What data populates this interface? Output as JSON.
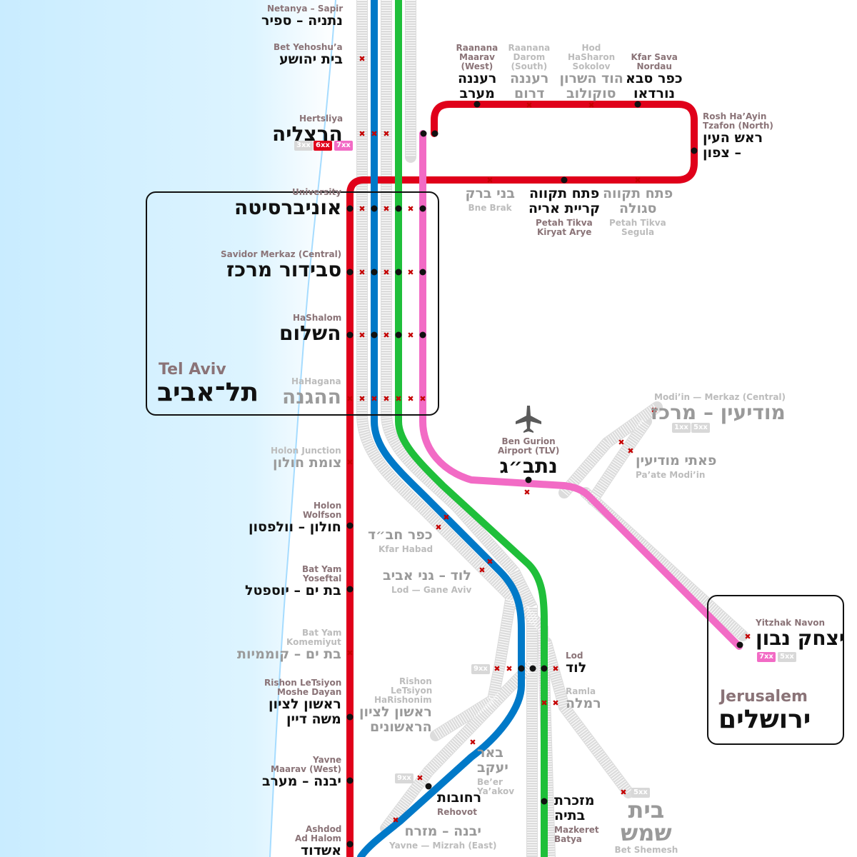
{
  "colors": {
    "red": "#e0001a",
    "blue": "#0079c8",
    "green": "#1fbf3a",
    "pink": "#f26bc5",
    "grey": "#d5d5d5",
    "sea": "#cfeeff"
  },
  "icons": {
    "airport": "airplane-icon",
    "closed": "closed-station-cross-icon",
    "open": "station-dot-icon"
  },
  "cities": {
    "tel_aviv": {
      "en": "Tel Aviv",
      "he": "תל־אביב"
    },
    "jerusalem": {
      "en": "Jerusalem",
      "he": "ירושלים"
    }
  },
  "stations": [
    {
      "id": "netanya_sapir",
      "en": "Netanya – Sapir",
      "he": "נתניה – ספיר"
    },
    {
      "id": "bet_yehoshua",
      "en": "Bet Yehoshu’a",
      "he": "בית יהושע"
    },
    {
      "id": "herzliya",
      "en": "Hertsliya",
      "he": "הרצליה"
    },
    {
      "id": "raanana_west",
      "en": "Raanana Maarav (West)",
      "en_lines": [
        "Raanana",
        "Maarav",
        "(West)"
      ],
      "he_lines": [
        "רעננה",
        "מערב"
      ]
    },
    {
      "id": "raanana_south",
      "en_lines": [
        "Raanana",
        "Darom",
        "(South)"
      ],
      "he_lines": [
        "רעננה",
        "דרום"
      ]
    },
    {
      "id": "hod_hasharon",
      "en_lines": [
        "Hod",
        "HaSharon",
        "Sokolov"
      ],
      "he_lines": [
        "הוד השרון",
        "סוקולוב"
      ]
    },
    {
      "id": "kfar_sava",
      "en_lines": [
        "Kfar Sava",
        "Nordau"
      ],
      "he_lines": [
        "כפר סבא",
        "נורדאו"
      ]
    },
    {
      "id": "rosh_haayin",
      "en_lines": [
        "Rosh Ha’Ayin",
        "Tzafon (North)"
      ],
      "he_lines": [
        "ראש העין",
        "– צפון"
      ]
    },
    {
      "id": "bne_brak",
      "en": "Bne Brak",
      "he": "בני ברק"
    },
    {
      "id": "pt_kiryat_arye",
      "en_lines": [
        "Petah Tikva",
        "Kiryat Arye"
      ],
      "he_lines": [
        "פתח תקווה",
        "קריית אריה"
      ]
    },
    {
      "id": "pt_segula",
      "en_lines": [
        "Petah Tikva",
        "Segula"
      ],
      "he_lines": [
        "פתח תקווה",
        "סגולה"
      ]
    },
    {
      "id": "university",
      "en": "University",
      "he": "אוניברסיטה"
    },
    {
      "id": "savidor",
      "en": "Savidor Merkaz (Central)",
      "he": "סבידור מרכז"
    },
    {
      "id": "hashalom",
      "en": "HaShalom",
      "he": "השלום"
    },
    {
      "id": "hahagana",
      "en": "HaHagana",
      "he": "ההגנה"
    },
    {
      "id": "holon_junction",
      "en": "Holon Junction",
      "he": "צומת חולון"
    },
    {
      "id": "holon_wolfson",
      "en_lines": [
        "Holon",
        "Wolfson"
      ],
      "he": "חולון – וולפסון"
    },
    {
      "id": "bat_yam_yoseftal",
      "en_lines": [
        "Bat Yam",
        "Yoseftal"
      ],
      "he": "בת ים – יוספטל"
    },
    {
      "id": "bat_yam_komemiyut",
      "en_lines": [
        "Bat Yam",
        "Komemiyut"
      ],
      "he": "בת ים – קוממיות"
    },
    {
      "id": "rishon_moshe_dayan",
      "en_lines": [
        "Rishon LeTsiyon",
        "Moshe Dayan"
      ],
      "he_lines": [
        "ראשון לציון",
        "משה דיין"
      ]
    },
    {
      "id": "yavne_west",
      "en_lines": [
        "Yavne",
        "Maarav (West)"
      ],
      "he": "יבנה – מערב"
    },
    {
      "id": "ashdod",
      "en_lines": [
        "Ashdod",
        "Ad Halom"
      ],
      "he": "אשדוד"
    },
    {
      "id": "ben_gurion",
      "en_lines": [
        "Ben Gurion",
        "Airport (TLV)"
      ],
      "he": "נתב״ג"
    },
    {
      "id": "modiin",
      "en": "Modi’in — Merkaz (Central)",
      "he": "מודיעין – מרכז"
    },
    {
      "id": "paate_modiin",
      "en": "Pa’ate Modi’in",
      "he": "פאתי מודיעין"
    },
    {
      "id": "kfar_habad",
      "en": "Kfar Habad",
      "he": "כפר חב״ד"
    },
    {
      "id": "lod_gane_aviv",
      "en": "Lod — Gane Aviv",
      "he": "לוד – גני אביב"
    },
    {
      "id": "lod",
      "en": "Lod",
      "he": "לוד"
    },
    {
      "id": "ramla",
      "en": "Ramla",
      "he": "רמלה"
    },
    {
      "id": "rishon_harishonim",
      "en_lines": [
        "Rishon",
        "LeTsiyon",
        "HaRishonim"
      ],
      "he_lines": [
        "ראשון לציון",
        "הראשונים"
      ]
    },
    {
      "id": "beer_yaakov",
      "en_lines": [
        "Be’er",
        "Ya’akov"
      ],
      "he_lines": [
        "באר",
        "יעקב"
      ]
    },
    {
      "id": "rehovot",
      "en": "Rehovot",
      "he": "רחובות"
    },
    {
      "id": "yavne_east",
      "en": "Yavne — Mizrah (East)",
      "he": "יבנה – מזרח"
    },
    {
      "id": "mazkeret_batya",
      "en_lines": [
        "Mazkeret",
        "Batya"
      ],
      "he_lines": [
        "מזכרת",
        "בתיה"
      ]
    },
    {
      "id": "bet_shemesh",
      "en": "Bet Shemesh",
      "he_lines": [
        "בית",
        "שמש"
      ]
    },
    {
      "id": "yitzhak_navon",
      "en": "Yitzhak Navon",
      "he": "יצחק נבון"
    }
  ],
  "badges": {
    "herzliya": [
      "3xx",
      "6xx",
      "7xx"
    ],
    "modiin": [
      "1xx",
      "5xx"
    ],
    "jerusalem": [
      "7xx",
      "5xx"
    ],
    "lod_left": "9xx",
    "rehovot_left": "9xx",
    "bet_shemesh": "5xx"
  }
}
